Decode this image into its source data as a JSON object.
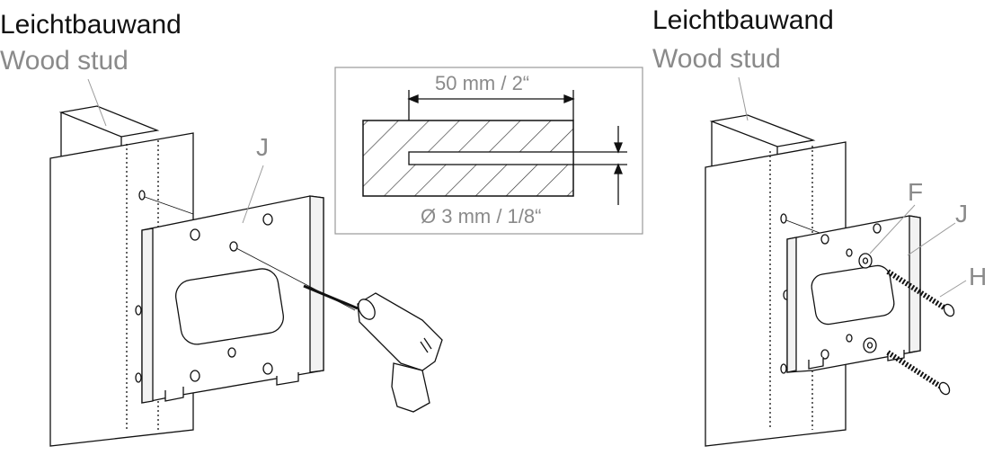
{
  "left_panel": {
    "title": "Leichtbauwand",
    "subtitle": "Wood stud",
    "part_labels": [
      "J"
    ]
  },
  "right_panel": {
    "title": "Leichtbauwand",
    "subtitle": "Wood stud",
    "part_labels": [
      "F",
      "J",
      "H"
    ]
  },
  "detail": {
    "depth_label": "50 mm / 2“",
    "diameter_label": "Ø 3 mm / 1/8“"
  },
  "colors": {
    "line": "#111111",
    "label_gray": "#8a8a8a",
    "hatch": "#333333"
  },
  "icons": [
    "drill-icon",
    "screw-icon",
    "washer-icon",
    "bracket-icon",
    "wood-stud-icon"
  ]
}
